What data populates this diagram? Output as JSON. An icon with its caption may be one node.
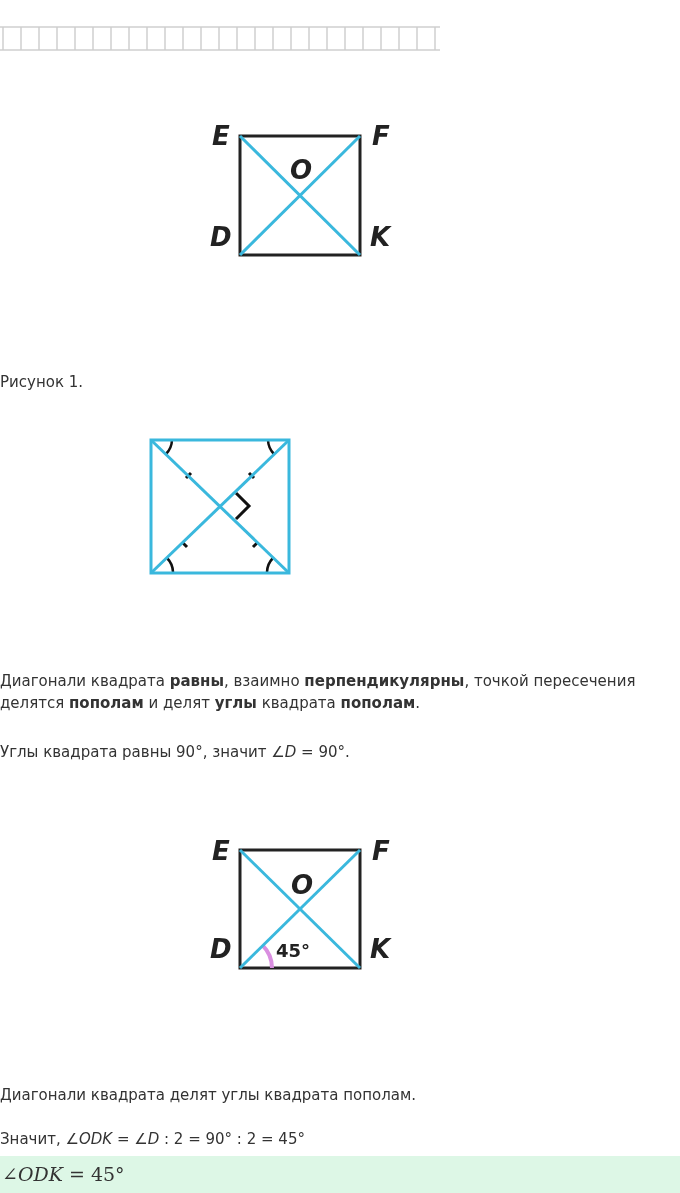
{
  "diagram": {
    "nodes": [
      {
        "text": [
          "∠*ODK* = 45°"
        ]
      }
    ],
    "labels": [
      "E",
      "F",
      "O",
      "D",
      "K",
      "Рисунок 1.",
      "Диагонали квадрата **равны**, взаимно **перпендикулярны**, точкой пересечения делятся **пополам** и делят **углы** квадрата **пополам**.",
      "Углы квадрата равны 90°, значит ∠*D* = 90°.",
      "E",
      "F",
      "O",
      "D",
      "K",
      "45°",
      "Диагонали квадрата делят углы квадрата пополам.",
      "Значит, ∠*ODK* = ∠*D* : 2 = 90° : 2 = 45°"
    ]
  }
}
